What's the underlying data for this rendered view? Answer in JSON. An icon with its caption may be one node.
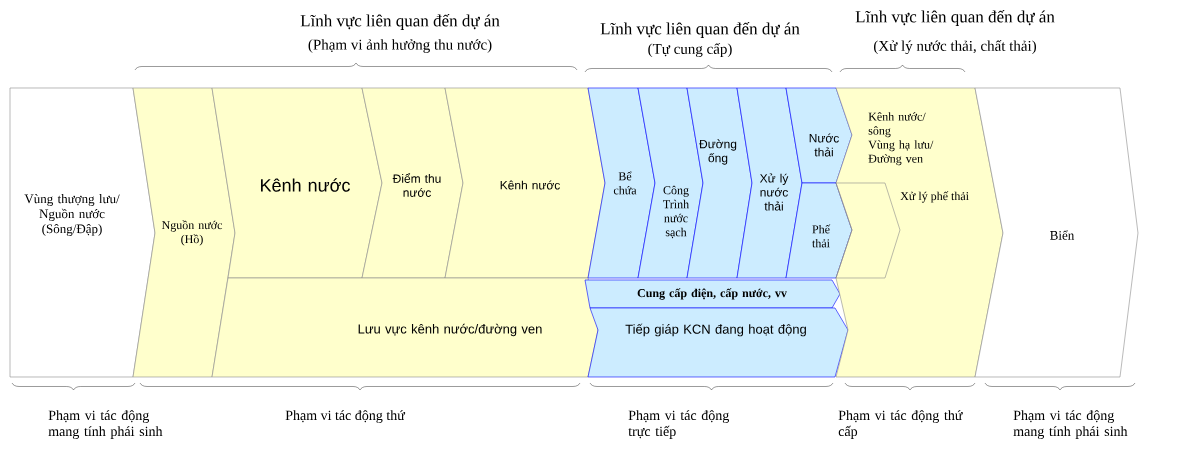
{
  "diagram": {
    "nodes": [
      {
        "text": [
          "Vùng thượng lưu/ Nguồn nước",
          "(Sông/Đập)"
        ]
      },
      {
        "text": [
          "Nguồn nước",
          "(Hồ)"
        ]
      },
      {
        "text": [
          "Kênh nước"
        ]
      },
      {
        "text": [
          "Điểm thu nước"
        ]
      },
      {
        "text": [
          "Kênh nước"
        ]
      },
      {
        "text": [
          "Lưu vực kênh nước/đường ven"
        ]
      },
      {
        "text": [
          "Bể chứa"
        ]
      },
      {
        "text": [
          "Công Trình nước sạch"
        ]
      },
      {
        "text": [
          "Đường ống"
        ]
      },
      {
        "text": [
          "Xử lý nước thải"
        ]
      },
      {
        "text": [
          "Nước thải"
        ]
      },
      {
        "text": [
          "Phế thải"
        ]
      },
      {
        "text": [
          "Cung cấp điện, cấp nước, vv"
        ]
      },
      {
        "text": [
          "Tiếp giáp KCN đang hoạt động"
        ]
      },
      {
        "text": [
          "Kênh nước/ sông",
          "Vùng hạ lưu/ Đường ven",
          "Xử lý phế thải"
        ]
      },
      {
        "text": [],
        "shape": "chevron",
        "in": 14
      },
      {
        "text": [
          "Biển"
        ]
      }
    ],
    "labels": [
      "Lĩnh vực liên quan đến dự án",
      "(Phạm vi ảnh hưởng thu nước)",
      "Lĩnh vực liên quan đến dự án",
      "(Tự cung cấp)",
      "Lĩnh vực liên quan đến dự án",
      "(Xử lý nước thải, chất thải)",
      "Phạm vi tác động mang tính phái sinh",
      "Phạm vi tác động thứ",
      "Phạm vi tác động trực tiếp",
      "Phạm vi tác động thứ cấp",
      "Phạm vi tác động mang tính phái sinh"
    ]
  }
}
